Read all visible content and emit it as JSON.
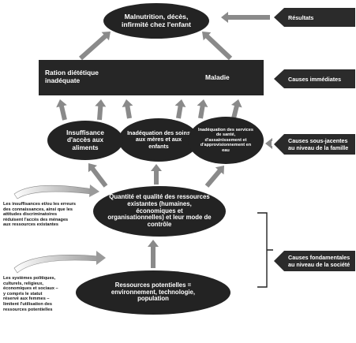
{
  "nodes": {
    "outcome": "Malnutrition, décès, infirmité chez l'enfant",
    "food_intake": "Ration diététique inadéquate",
    "disease": "Maladie",
    "food_access": "Insuffisance d'accès aux aliments",
    "care": "Inadéquation des soins aux mères et aux enfants",
    "health_services": "Inadéquation des services de santé, d'assainissement et d'approvisionnement en eau",
    "resources": "Quantité et qualité des ressources existantes (humaines, économiques et organisationnelles) et leur mode de contrôle",
    "potential_resources": "Ressources potentielles = environnement, technologie, population"
  },
  "levels": {
    "results": "Résultats",
    "immediate": "Causes immédiates",
    "underlying": "Causes sous-jacentes au niveau de la famille",
    "basic": "Causes fondamentales au niveau de la société"
  },
  "notes": {
    "knowledge": "Les insuffisances et/ou les erreurs des connaissances, ainsi que les attitudes discriminatoires réduisent l'accès des ménages aux ressources existantes",
    "systems": "Les systèmes politiques, culturels, religieux, économiques et sociaux – y compris le statut réservé aux femmes – limitent l'utilisation des ressources potentielles"
  },
  "colors": {
    "node_fill": "#232323",
    "arrow": "#8a8a8a",
    "text": "#ffffff"
  }
}
